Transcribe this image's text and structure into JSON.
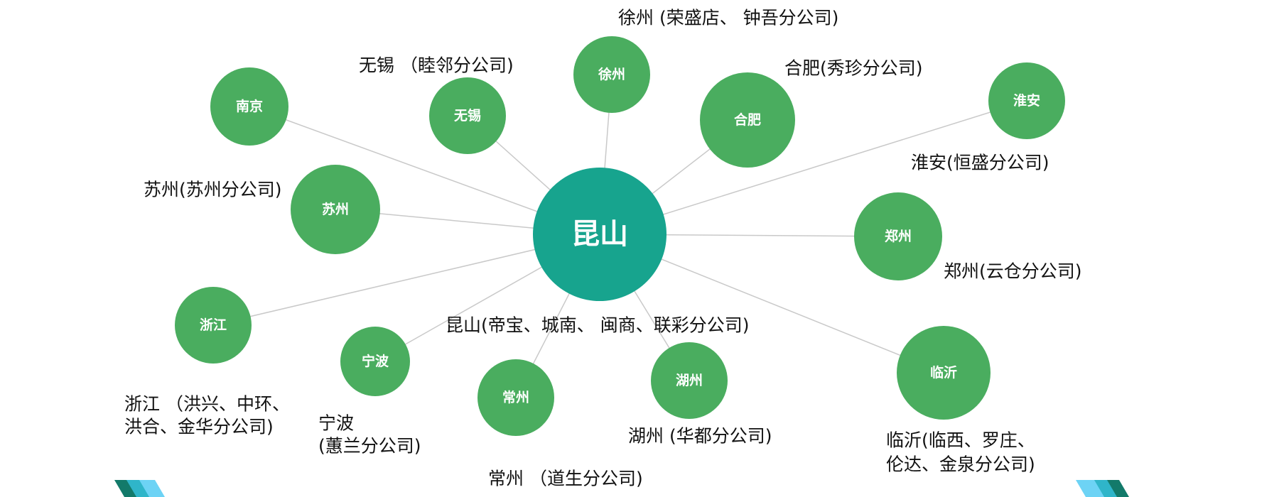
{
  "center": {
    "name": "昆山",
    "label": [
      "昆山(帝宝、城南、 闽商、联彩分公司)"
    ],
    "color": "#17a48e"
  },
  "node_color": "#4aad5f",
  "line_color": "#c9c9c9",
  "nodes": [
    {
      "name": "南京",
      "label": []
    },
    {
      "name": "无锡",
      "label": [
        "无锡 （睦邻分公司)"
      ]
    },
    {
      "name": "徐州",
      "label": [
        "徐州 (荣盛店、 钟吾分公司)"
      ]
    },
    {
      "name": "合肥",
      "label": [
        "合肥(秀珍分公司)"
      ]
    },
    {
      "name": "淮安",
      "label": [
        "淮安(恒盛分公司)"
      ]
    },
    {
      "name": "苏州",
      "label": [
        "苏州(苏州分公司)"
      ]
    },
    {
      "name": "郑州",
      "label": [
        "郑州(云仓分公司)"
      ]
    },
    {
      "name": "浙江",
      "label": [
        "浙江 （洪兴、中环、",
        "洪合、金华分公司)"
      ]
    },
    {
      "name": "宁波",
      "label": [
        "宁波",
        "(蕙兰分公司)"
      ]
    },
    {
      "name": "常州",
      "label": [
        "常州 （道生分公司)"
      ]
    },
    {
      "name": "湖州",
      "label": [
        "湖州 (华都分公司)"
      ]
    },
    {
      "name": "临沂",
      "label": [
        "临沂(临西、罗庄、",
        " 伦达、金泉分公司)"
      ]
    }
  ]
}
